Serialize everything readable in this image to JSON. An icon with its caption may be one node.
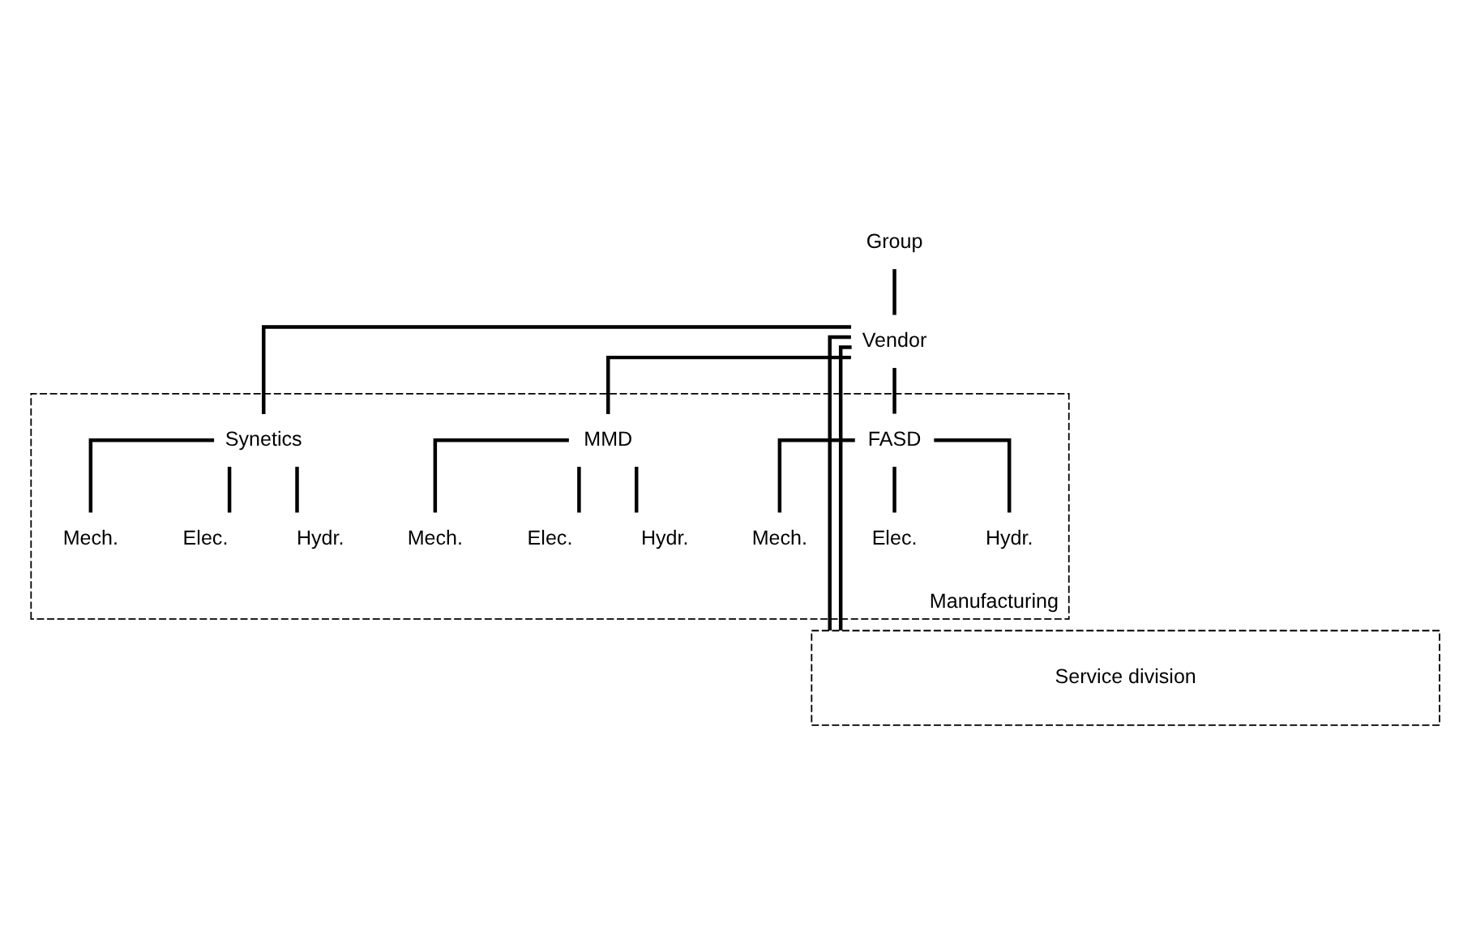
{
  "diagram": {
    "nodes": [
      {
        "text": [
          "Group"
        ]
      },
      {
        "text": [
          "Vendor"
        ]
      },
      {
        "text": [
          "Manufacturing"
        ]
      },
      {
        "text": [
          "FASD"
        ],
        "in": 2
      },
      {
        "text": [
          "Mech."
        ],
        "in": 2
      },
      {
        "text": [
          "Elec."
        ],
        "in": 2
      },
      {
        "text": [
          "Hydr."
        ],
        "in": 2
      },
      {
        "text": [
          "MMD"
        ],
        "in": 2
      },
      {
        "text": [
          "Mech."
        ],
        "in": 2
      },
      {
        "text": [
          "Elec."
        ],
        "in": 2
      },
      {
        "text": [
          "Hydr."
        ],
        "in": 2
      },
      {
        "text": [
          "Synetics"
        ],
        "in": 2
      },
      {
        "text": [
          "Mech."
        ],
        "in": 2
      },
      {
        "text": [
          "Elec."
        ],
        "in": 2
      },
      {
        "text": [
          "Hydr."
        ],
        "in": 2
      },
      {
        "text": [
          "Service division"
        ]
      }
    ],
    "edges": [
      {
        "from": 0,
        "to": 1,
        "arrow": "none"
      },
      {
        "from": 1,
        "to": 3,
        "arrow": "none"
      },
      {
        "from": 1,
        "to": 15,
        "arrow": "none"
      },
      {
        "from": 1,
        "to": 7,
        "arrow": "none"
      },
      {
        "from": 1,
        "to": 15,
        "arrow": "none"
      },
      {
        "from": 1,
        "to": 11,
        "arrow": "none"
      },
      {
        "from": 3,
        "to": 4,
        "arrow": "none"
      },
      {
        "from": 3,
        "to": 5,
        "arrow": "none"
      },
      {
        "from": 3,
        "to": 6,
        "arrow": "none"
      },
      {
        "from": 7,
        "to": 8,
        "arrow": "none"
      },
      {
        "from": 7,
        "to": 9,
        "arrow": "none"
      },
      {
        "from": 7,
        "to": 10,
        "arrow": "none"
      },
      {
        "from": 11,
        "to": 12,
        "arrow": "none"
      },
      {
        "from": 11,
        "to": 13,
        "arrow": "none"
      },
      {
        "from": 11,
        "to": 14,
        "arrow": "none"
      }
    ]
  }
}
